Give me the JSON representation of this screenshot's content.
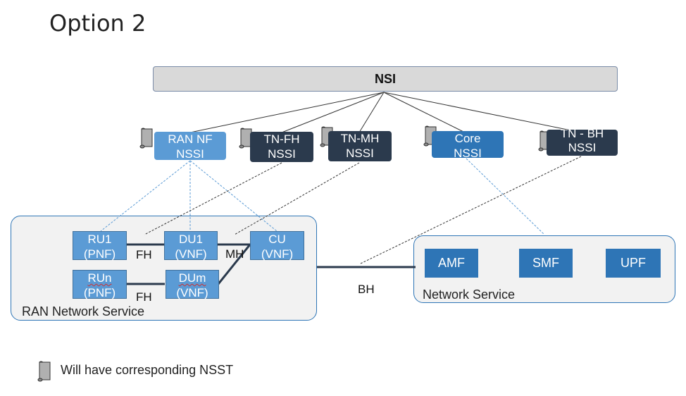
{
  "title": "Option 2",
  "nsi": {
    "label": "NSI"
  },
  "nssis": [
    {
      "id": "ran-nf",
      "line1": "RAN NF",
      "line2": "NSSI"
    },
    {
      "id": "tn-fh",
      "line1": "TN-FH",
      "line2": "NSSI"
    },
    {
      "id": "tn-mh",
      "line1": "TN-MH",
      "line2": "NSSI"
    },
    {
      "id": "core",
      "line1": "Core",
      "line2": "NSSI"
    },
    {
      "id": "tn-bh",
      "line1": "TN - BH",
      "line2": "NSSI"
    }
  ],
  "ran_service": {
    "label": "RAN Network Service",
    "ru1": {
      "line1": "RU1",
      "line2": "(PNF)"
    },
    "run": {
      "line1": "RUn",
      "line2": "(PNF)"
    },
    "du1": {
      "line1": "DU1",
      "line2": "(VNF)"
    },
    "dum": {
      "line1": "DUm",
      "line2": "(VNF)"
    },
    "cu": {
      "line1": "CU",
      "line2": "(VNF)"
    },
    "fh_top": "FH",
    "fh_bottom": "FH",
    "mh": "MH"
  },
  "core_service": {
    "label": "Network Service",
    "amf": "AMF",
    "smf": "SMF",
    "upf": "UPF"
  },
  "bh_label": "BH",
  "legend": {
    "text": "Will have corresponding NSST"
  },
  "colors": {
    "nssi_light": "#5b9bd5",
    "nssi_mid": "#2e75b6",
    "nssi_dark": "#2b3a4d",
    "nsi_bar": "#d9d9d9",
    "service_fill": "#f2f2f2",
    "service_border": "#2e75b6"
  },
  "icons": {
    "nssi_marker": "scroll-icon"
  }
}
